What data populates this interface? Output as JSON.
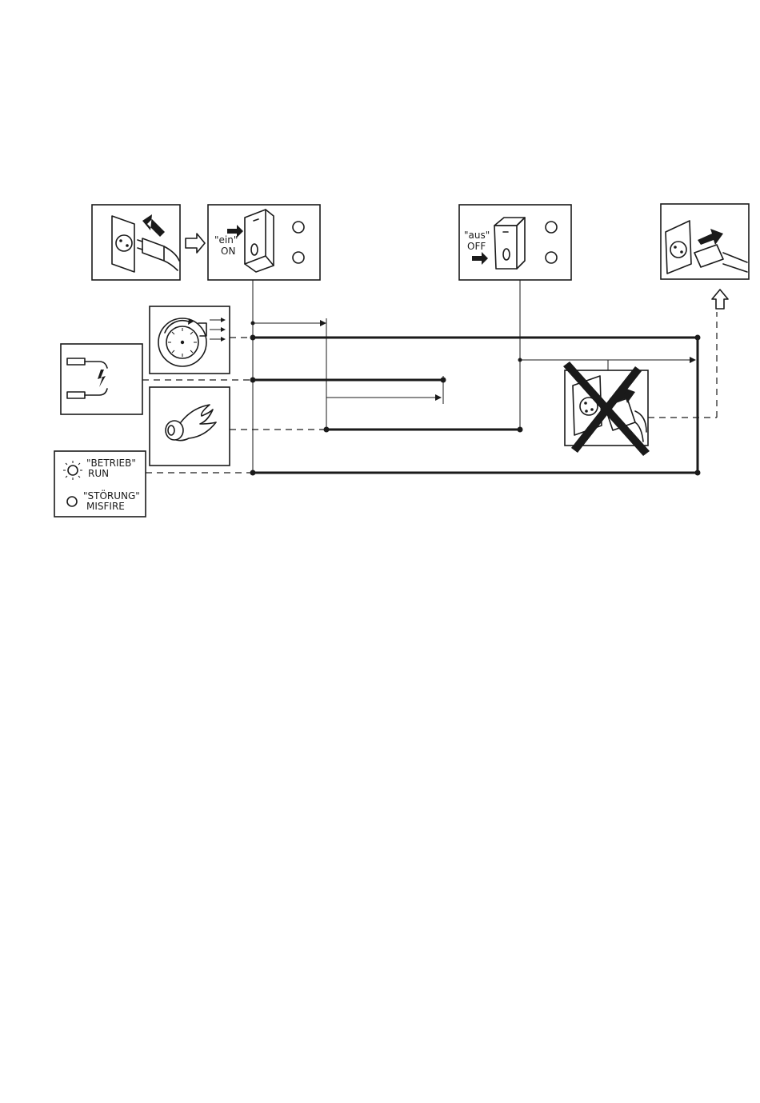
{
  "switch_on": {
    "quote": "\"ein\"",
    "label": "ON"
  },
  "switch_off": {
    "quote": "\"aus\"",
    "label": "OFF"
  },
  "legend": {
    "run_quote": "\"BETRIEB\"",
    "run_label": "RUN",
    "fault_quote": "\"STÖRUNG\"",
    "fault_label": "MISFIRE"
  },
  "colors": {
    "ink": "#1a1a1a",
    "background": "#ffffff"
  }
}
